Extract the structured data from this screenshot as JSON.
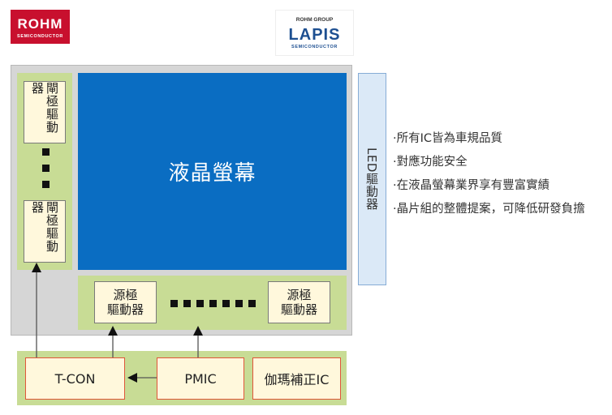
{
  "logos": {
    "rohm": {
      "name": "ROHM",
      "sub": "SEMICONDUCTOR"
    },
    "lapis": {
      "group": "ROHM GROUP",
      "name": "LAPIS",
      "sub": "SEMICONDUCTOR"
    }
  },
  "diagram": {
    "lcd_label": "液晶螢幕",
    "gate_driver_top": "閘極驅動器",
    "gate_driver_bottom": "閘極驅動器",
    "source_driver_left": "源極\n驅動器",
    "source_driver_right": "源極\n驅動器",
    "led_driver": "LED驅動器",
    "tcon": "T-CON",
    "pmic": "PMIC",
    "gamma_ic": "伽瑪補正IC"
  },
  "features": [
    "·所有IC皆為車規品質",
    "·對應功能安全",
    "·在液晶螢幕業界享有豐富實績",
    "·晶片組的整體提案，可降低研發負擔"
  ],
  "colors": {
    "lcd_blue": "#0a6dc2",
    "green_bg": "#c8dc95",
    "box_fill": "#fff8dc",
    "chip_border": "#e0563a",
    "led_fill": "#dbe9f7",
    "rohm_red": "#c8102e",
    "lapis_blue": "#1d4f91"
  }
}
